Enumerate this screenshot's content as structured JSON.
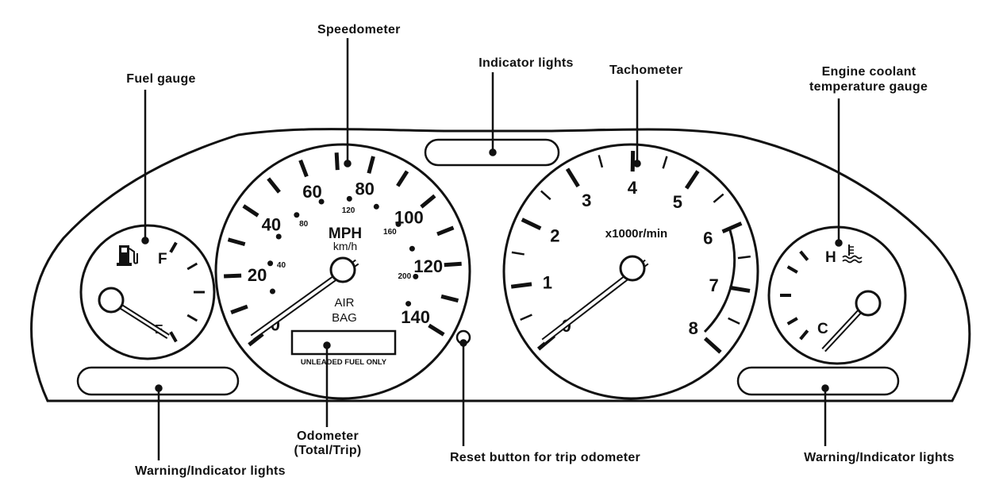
{
  "callouts": {
    "speedometer": "Speedometer",
    "fuel_gauge": "Fuel gauge",
    "indicator_lights": "Indicator lights",
    "tachometer": "Tachometer",
    "coolant_line1": "Engine coolant",
    "coolant_line2": "temperature gauge",
    "warning_left": "Warning/Indicator lights",
    "odometer_line1": "Odometer",
    "odometer_line2": "(Total/Trip)",
    "reset_button": "Reset button for trip odometer",
    "warning_right": "Warning/Indicator lights"
  },
  "speedometer": {
    "mph_unit": "MPH",
    "kmh_unit": "km/h",
    "mph_labels": [
      "0",
      "20",
      "40",
      "60",
      "80",
      "100",
      "120",
      "140"
    ],
    "kmh_labels": [
      "40",
      "80",
      "120",
      "160",
      "200"
    ],
    "airbag_line1": "AIR",
    "airbag_line2": "BAG",
    "fuel_notice": "UNLEADED FUEL ONLY"
  },
  "tachometer": {
    "unit": "x1000r/min",
    "labels": [
      "0",
      "1",
      "2",
      "3",
      "4",
      "5",
      "6",
      "7",
      "8"
    ]
  },
  "fuel": {
    "full_label": "F",
    "empty_label": "E",
    "icon": "fuel-pump-icon"
  },
  "temperature": {
    "hot_label": "H",
    "cold_label": "C",
    "icon": "coolant-temperature-icon"
  }
}
